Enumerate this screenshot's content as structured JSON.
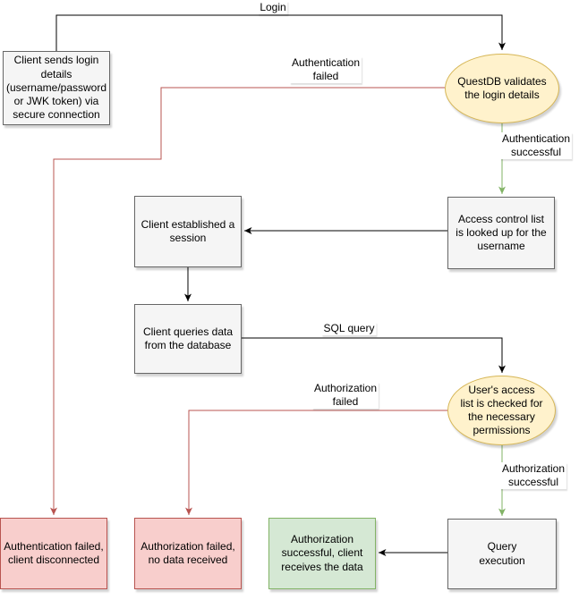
{
  "diagram": {
    "nodes": {
      "client_login": {
        "label": "Client sends login\ndetails\n(username/password\nor JWK token) via\nsecure connection"
      },
      "questdb_validates": {
        "label": "QuestDB validates\nthe login details"
      },
      "acl_lookup": {
        "label": "Access control list\nis looked up for the\nusername"
      },
      "session_established": {
        "label": "Client established a\nsession"
      },
      "client_queries": {
        "label": "Client queries data\nfrom the database"
      },
      "access_check": {
        "label": "User's access\nlist is checked for\nthe necessary\npermissions"
      },
      "auth_failed_end": {
        "label": "Authentication failed,\nclient disconnected"
      },
      "authz_failed_end": {
        "label": "Authorization failed,\nno data received"
      },
      "authz_success_end": {
        "label": "Authorization\nsuccessful, client\nreceives the data"
      },
      "query_execution": {
        "label": "Query\nexecution"
      }
    },
    "edge_labels": {
      "login": "Login",
      "auth_failed": "Authentication\nfailed",
      "auth_success": "Authentication\nsuccessful",
      "sql_query": "SQL query",
      "authz_failed": "Authorization\nfailed",
      "authz_success": "Authorization\nsuccessful"
    },
    "colors": {
      "node_gray_fill": "#f5f5f5",
      "node_gray_border": "#666666",
      "node_yellow_fill": "#fff2cc",
      "node_yellow_border": "#d6b656",
      "node_red_fill": "#f8cecc",
      "node_red_border": "#b85450",
      "node_green_fill": "#d5e8d4",
      "node_green_border": "#82b366",
      "edge_black": "#000000",
      "edge_fail": "#b85450",
      "edge_success": "#82b366"
    }
  }
}
